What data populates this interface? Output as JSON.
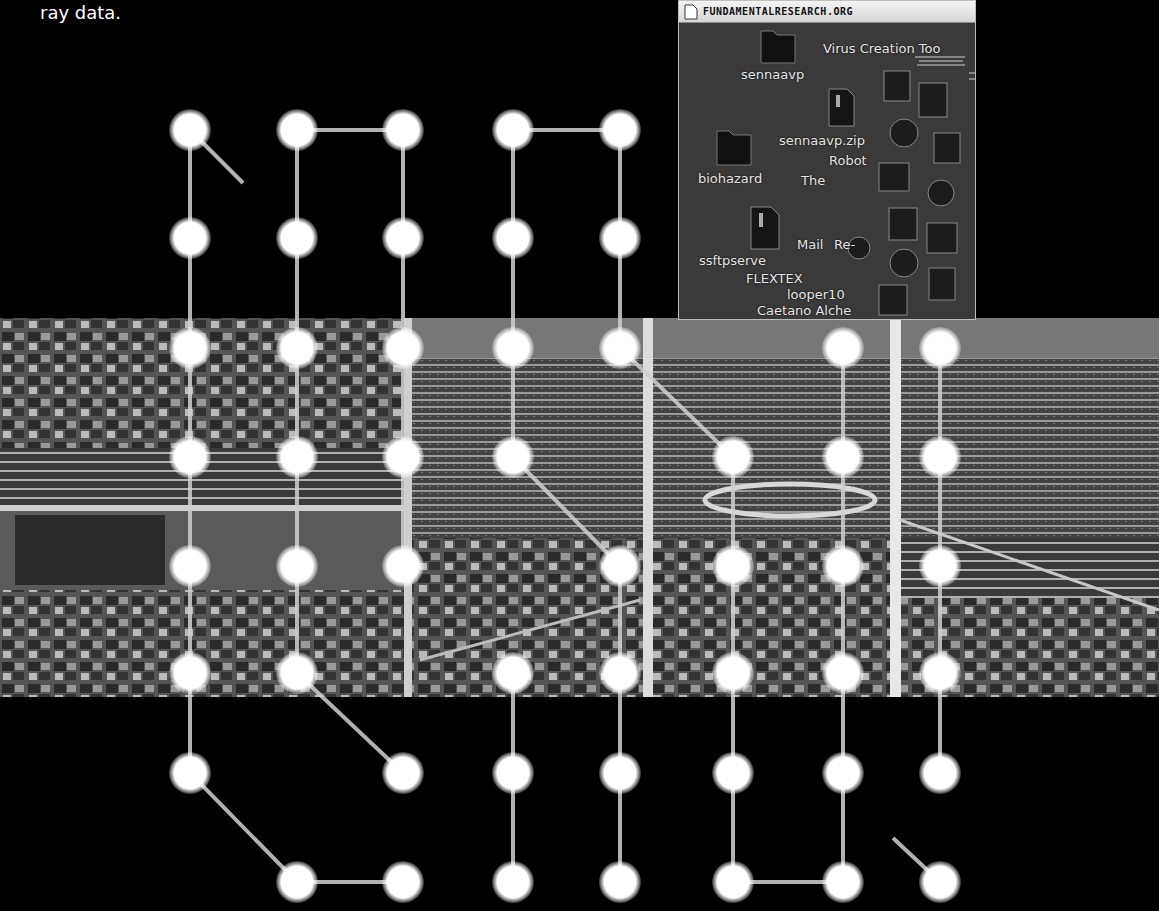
{
  "diagram": {
    "labels": [
      "ray data.",
      "FUNDAMENTALRESEARCH.ORG",
      "Virus Creation Too",
      "sennaavp",
      "sennaavp.zip",
      "biohazard",
      "The",
      "Robot",
      "ssftpserve",
      "Mail",
      "Re-",
      "FLEXTEX",
      "looper10",
      "Caetano Alche"
    ]
  }
}
